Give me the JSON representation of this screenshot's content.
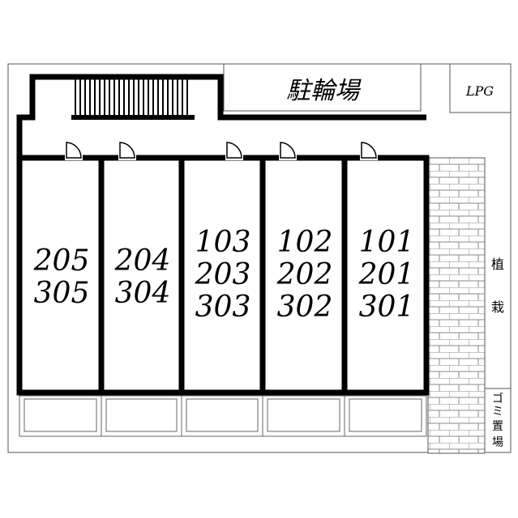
{
  "labels": {
    "bicycle_parking": "駐輪場",
    "lpg": "LPG",
    "planting_1": "植",
    "planting_2": "栽",
    "garbage_1": "ゴ",
    "garbage_2": "ミ",
    "garbage_3": "置",
    "garbage_4": "場"
  },
  "units": [
    {
      "lines": [
        "205",
        "305"
      ]
    },
    {
      "lines": [
        "204",
        "304"
      ]
    },
    {
      "lines": [
        "103",
        "203",
        "303"
      ]
    },
    {
      "lines": [
        "102",
        "202",
        "302"
      ]
    },
    {
      "lines": [
        "101",
        "201",
        "301"
      ]
    }
  ]
}
